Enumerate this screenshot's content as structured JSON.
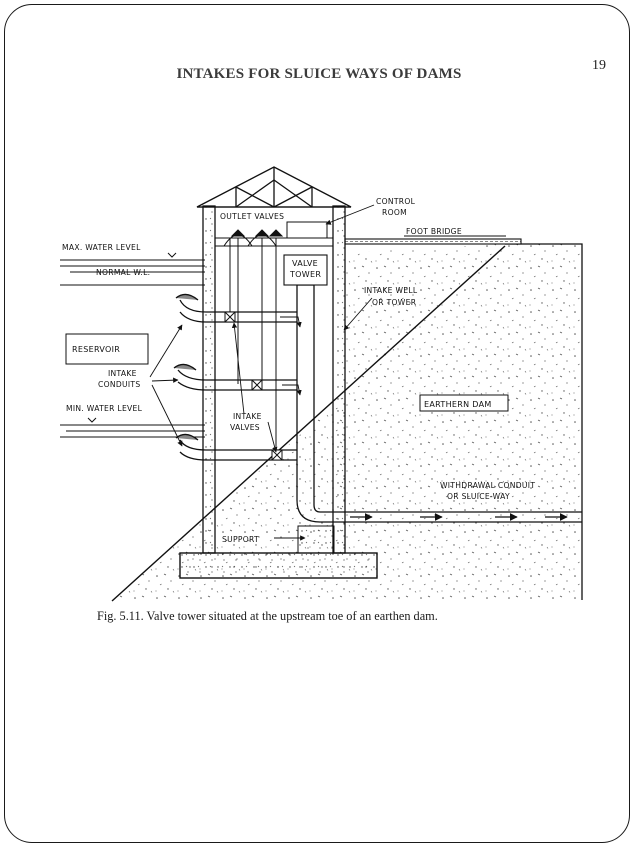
{
  "slide": {
    "title": "INTAKES FOR SLUICE WAYS OF DAMS",
    "page_number": "19"
  },
  "figure": {
    "labels": {
      "control_room": [
        "CONTROL",
        "ROOM"
      ],
      "outlet_valves": "OUTLET VALVES",
      "foot_bridge": "FOOT BRIDGE",
      "max_water_level": "MAX. WATER LEVEL",
      "normal_wl": "NORMAL W.L.",
      "valve_tower": [
        "VALVE",
        "TOWER"
      ],
      "intake_well": [
        "INTAKE WELL",
        "OR TOWER"
      ],
      "reservoir": "RESERVOIR",
      "intake_conduits": [
        "INTAKE",
        "CONDUITS"
      ],
      "min_water_level": "MIN. WATER LEVEL",
      "intake_valves": [
        "INTAKE",
        "VALVES"
      ],
      "earthern_dam": "EARTHERN DAM",
      "withdrawal_conduit": [
        "WITHDRAWAL CONDUIT",
        "OR SLUICE-WAY"
      ],
      "support": "SUPPORT"
    },
    "caption": "Fig. 5.11. Valve tower situated at the upstream toe of an earthen dam."
  }
}
